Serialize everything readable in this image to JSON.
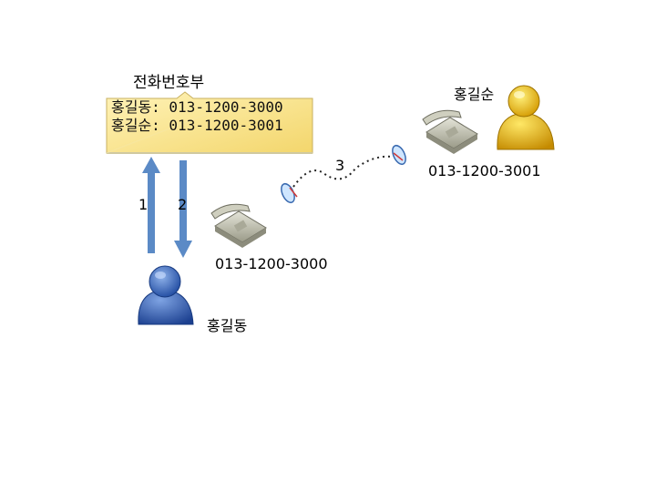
{
  "phonebook": {
    "title": "전화번호부",
    "entries": [
      "홍길동: 013-1200-3000",
      "홍길순: 013-1200-3001"
    ]
  },
  "steps": {
    "one": "1",
    "two": "2",
    "three": "3"
  },
  "caller": {
    "name": "홍길동",
    "number": "013-1200-3000"
  },
  "callee": {
    "name": "홍길순",
    "number": "013-1200-3001"
  },
  "colors": {
    "note_fill": "#fbe89a",
    "arrow": "#5b8ac6",
    "caller_person": "#2f5fb6",
    "callee_person": "#e6b400",
    "phone": "#b8b8a8"
  }
}
